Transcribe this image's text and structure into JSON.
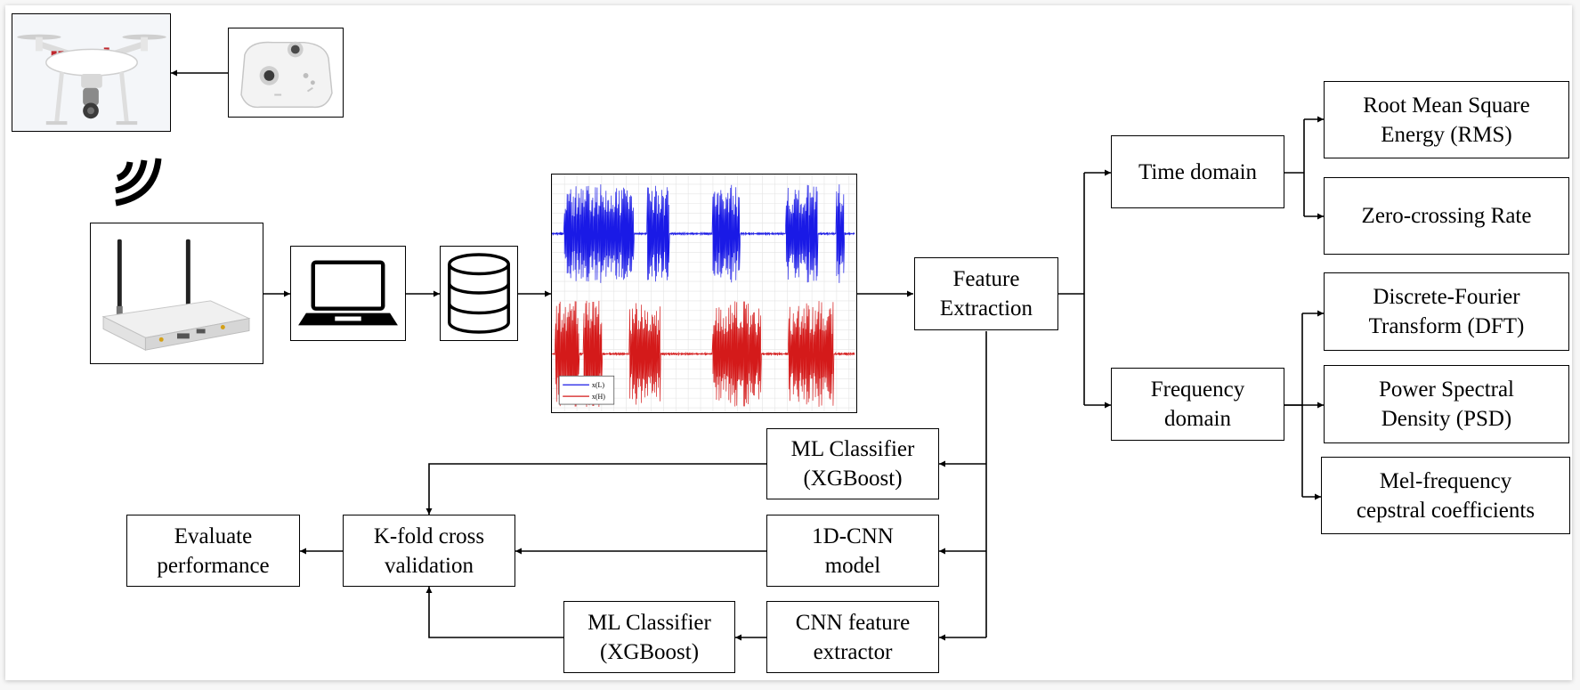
{
  "blocks": {
    "feature_extraction": "Feature\nExtraction",
    "time_domain": "Time domain",
    "frequency_domain": "Frequency\ndomain",
    "rms": "Root Mean Square\nEnergy (RMS)",
    "zcr": "Zero-crossing Rate",
    "dft": "Discrete-Fourier\nTransform (DFT)",
    "psd": "Power Spectral\nDensity (PSD)",
    "mfcc": "Mel-frequency\ncepstral coefficients",
    "ml_classifier_top": "ML Classifier\n(XGBoost)",
    "cnn_1d": "1D-CNN\nmodel",
    "cnn_feature_extractor": "CNN feature\nextractor",
    "ml_classifier_bottom": "ML Classifier\n(XGBoost)",
    "kfold": "K-fold cross\nvalidation",
    "evaluate": "Evaluate\nperformance"
  },
  "signal_legend": {
    "low": "x(L)",
    "high": "x(H)"
  },
  "colors": {
    "low_band": "#1a1ae6",
    "high_band": "#d41a1a",
    "line": "#000000"
  },
  "icons": [
    "drone-image",
    "remote-controller-image",
    "wireless-signal-icon",
    "sdr-receiver-image",
    "laptop-icon",
    "database-icon",
    "rf-signal-plot"
  ]
}
